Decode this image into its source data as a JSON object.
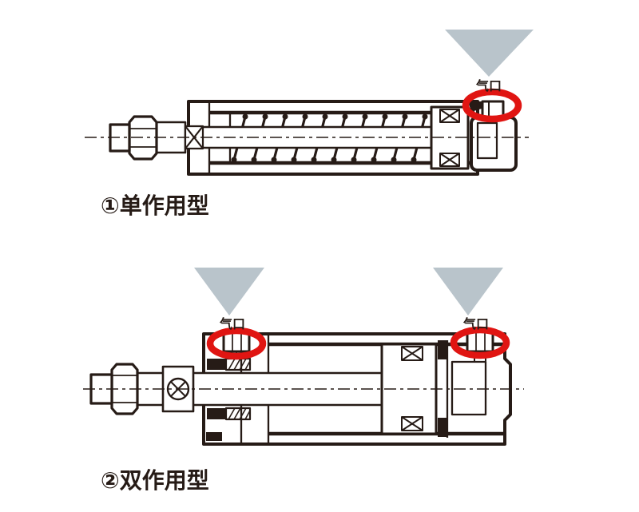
{
  "diagram": {
    "background_color": "#ffffff",
    "line_color": "#261b16",
    "highlight_color": "#e01512",
    "arrow_color": "#b9c4cb",
    "figures": [
      {
        "id": "single-acting",
        "caption": "①单作用型",
        "ports": [
          {
            "label": "气口"
          }
        ]
      },
      {
        "id": "double-acting",
        "caption": "②双作用型",
        "ports": [
          {
            "label": "气口"
          },
          {
            "label": "气口"
          }
        ]
      }
    ]
  }
}
